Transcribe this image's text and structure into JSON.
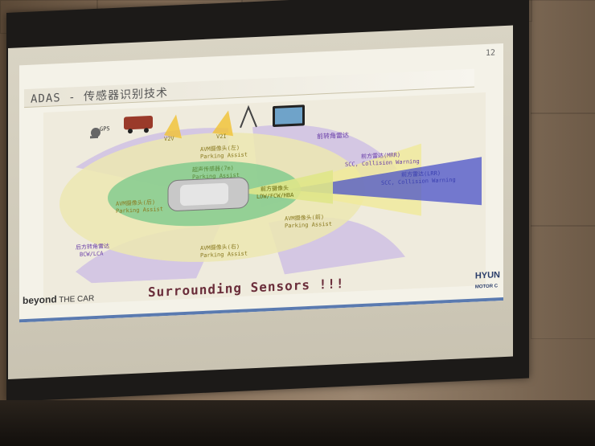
{
  "slide": {
    "page_number": "12",
    "title": "ADAS - 传感器识别技术",
    "footer_caption": "Surrounding Sensors !!!",
    "footer_brand_left": "beyond",
    "footer_brand_left_sub": "THE CAR",
    "footer_brand_right": "HYUN",
    "footer_brand_right_sub": "MOTOR C"
  },
  "diagram": {
    "labels": {
      "gps": "GPS",
      "v2v": "V2V",
      "v2i": "V2I",
      "front_corner_radar": "前转角雷达",
      "avm_left": "AVM摄像头(左)",
      "parking_assist_left": "Parking Assist",
      "ultrasonic": "超声传感器(7m)",
      "parking_assist_ultra": "Parking Assist",
      "mid_radar": "前方雷达(MRR)",
      "mid_radar_desc": "SCC, Collision Warning",
      "long_radar": "前方雷达(LRR)",
      "long_radar_desc": "SCC, Collision Warning",
      "front_camera": "前方摄像头",
      "front_camera_desc": "LDW/FCW/HBA",
      "avm_rear": "AVM摄像头(后)",
      "parking_assist_rear": "Parking Assist",
      "avm_front": "AVM摄像头(前)",
      "parking_assist_front": "Parking Assist",
      "rear_corner_radar": "后方转角雷达",
      "rear_corner_desc": "BCW/LCA",
      "avm_right": "AVM摄像头(右)",
      "parking_assist_right": "Parking Assist"
    },
    "colors": {
      "purple_zone": "#c9b8e6",
      "yellow_zone": "#ece7b2",
      "green_zone": "#7dc98c",
      "blue_beam": "#4a52c8",
      "label_yellow": "#8a7a20",
      "label_purple": "#6a3fa8",
      "label_blue": "#3a3fb0"
    }
  }
}
